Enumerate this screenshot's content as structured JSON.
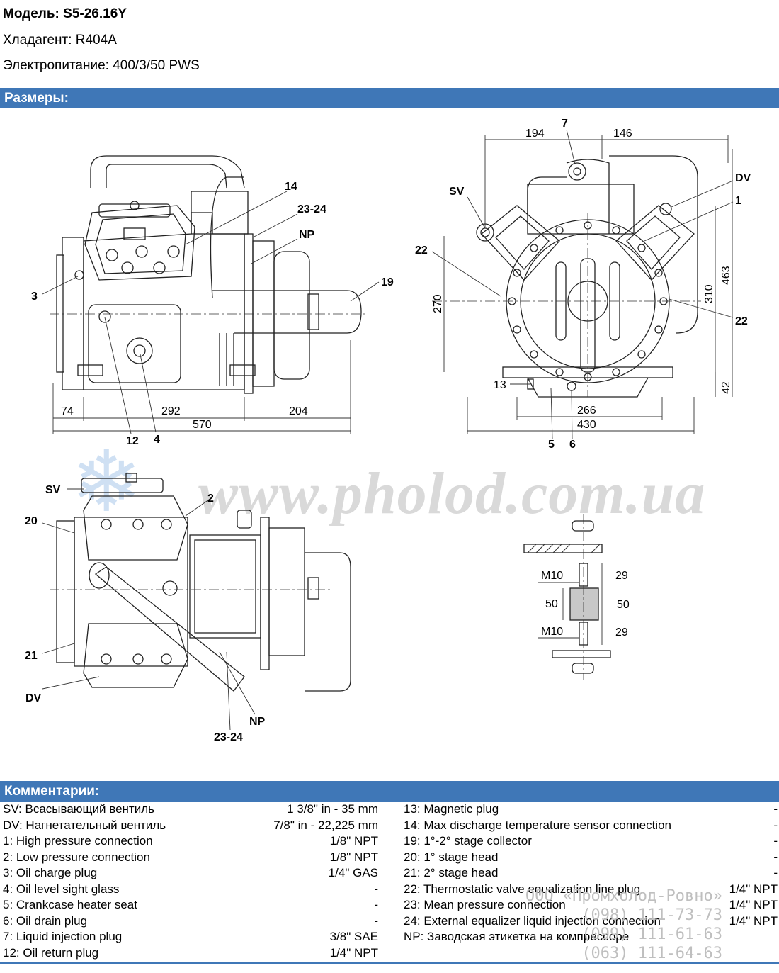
{
  "header": {
    "model": "Модель: S5-26.16Y",
    "refrigerant": "Хладагент: R404A",
    "power": "Электропитание: 400/3/50 PWS"
  },
  "sections": {
    "dimensions": "Размеры:",
    "comments": "Комментарии:"
  },
  "drawing": {
    "callouts": {
      "front": [
        "14",
        "23-24",
        "NP",
        "19",
        "3",
        "12",
        "4"
      ],
      "side": [
        "7",
        "SV",
        "DV",
        "1",
        "22",
        "22",
        "13",
        "5",
        "6"
      ],
      "top": [
        "SV",
        "2",
        "20",
        "21",
        "DV",
        "NP",
        "23-24"
      ]
    },
    "dims": {
      "front": [
        "74",
        "292",
        "204",
        "570"
      ],
      "side": [
        "194",
        "146",
        "270",
        "310",
        "463",
        "42",
        "266",
        "430"
      ],
      "mount": [
        "M10",
        "29",
        "50",
        "50",
        "M10",
        "29"
      ]
    }
  },
  "watermark": {
    "site": "www.pholod.com.ua",
    "company": "ООО «Промхолод-Ровно»",
    "phones": [
      "(098) 111-73-73",
      "(099) 111-61-63",
      "(063) 111-64-63"
    ]
  },
  "comments": {
    "left": [
      {
        "k": "SV: Всасывающий вентиль",
        "v": "1 3/8\" in - 35 mm"
      },
      {
        "k": "DV: Нагнетательный вентиль",
        "v": "7/8\" in - 22,225 mm"
      },
      {
        "k": "1: High pressure connection",
        "v": "1/8\" NPT"
      },
      {
        "k": "2: Low pressure connection",
        "v": "1/8\" NPT"
      },
      {
        "k": "3: Oil charge plug",
        "v": "1/4\" GAS"
      },
      {
        "k": "4: Oil level sight glass",
        "v": "-"
      },
      {
        "k": "5: Crankcase heater seat",
        "v": "-"
      },
      {
        "k": "6: Oil drain plug",
        "v": "-"
      },
      {
        "k": "7: Liquid injection plug",
        "v": "3/8\" SAE"
      },
      {
        "k": "12: Oil return plug",
        "v": "1/4\" NPT"
      }
    ],
    "right": [
      {
        "k": "13: Magnetic plug",
        "v": "-"
      },
      {
        "k": "14: Max discharge temperature sensor connection",
        "v": "-"
      },
      {
        "k": "19: 1°-2° stage collector",
        "v": "-"
      },
      {
        "k": "20: 1° stage head",
        "v": "-"
      },
      {
        "k": "21: 2° stage head",
        "v": "-"
      },
      {
        "k": "22: Thermostatic valve equalization line plug",
        "v": "1/4\" NPT"
      },
      {
        "k": "23: Mean pressure connection",
        "v": "1/4\" NPT"
      },
      {
        "k": "24: External equalizer liquid injection connection",
        "v": "1/4\" NPT"
      },
      {
        "k": "NP: Заводская этикетка на компрессоре",
        "v": ""
      }
    ]
  }
}
